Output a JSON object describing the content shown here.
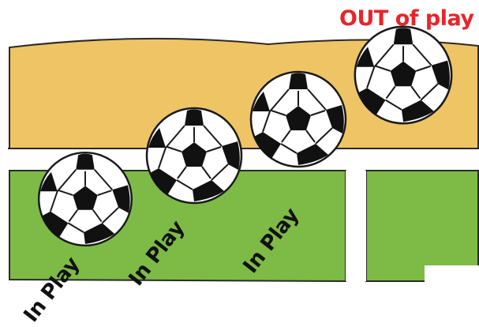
{
  "labels": {
    "out": "OUT of play",
    "in_play": [
      "In Play",
      "In Play",
      "In Play"
    ]
  },
  "colors": {
    "out_label": "#e8242b",
    "sand": "#eec465",
    "grass": "#7dbb46",
    "line": "#ffffff",
    "outline": "#1a1a1a",
    "ball_panel": "#111111"
  },
  "icons": [
    "soccer-ball-icon"
  ]
}
